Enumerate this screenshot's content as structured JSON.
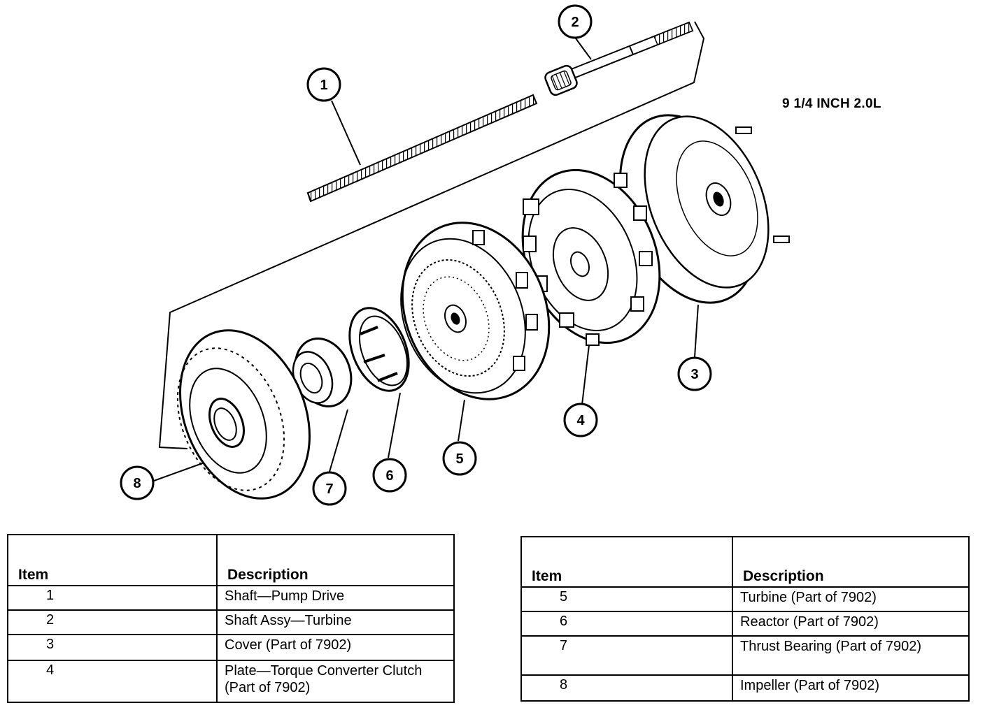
{
  "title": "9 1/4 INCH 2.0L",
  "callouts": [
    "1",
    "2",
    "3",
    "4",
    "5",
    "6",
    "7",
    "8"
  ],
  "tables": [
    {
      "header_item": "Item",
      "header_description": "Description",
      "rows": [
        {
          "item": "1",
          "description": "Shaft—Pump Drive"
        },
        {
          "item": "2",
          "description": "Shaft Assy—Turbine"
        },
        {
          "item": "3",
          "description": "Cover (Part of 7902)"
        },
        {
          "item": "4",
          "description": "Plate—Torque Converter Clutch (Part of 7902)"
        }
      ]
    },
    {
      "header_item": "Item",
      "header_description": "Description",
      "rows": [
        {
          "item": "5",
          "description": "Turbine (Part of 7902)"
        },
        {
          "item": "6",
          "description": "Reactor (Part of 7902)"
        },
        {
          "item": "7",
          "description": "Thrust Bearing (Part of 7902)"
        },
        {
          "item": "8",
          "description": "Impeller (Part of 7902)"
        }
      ]
    }
  ]
}
